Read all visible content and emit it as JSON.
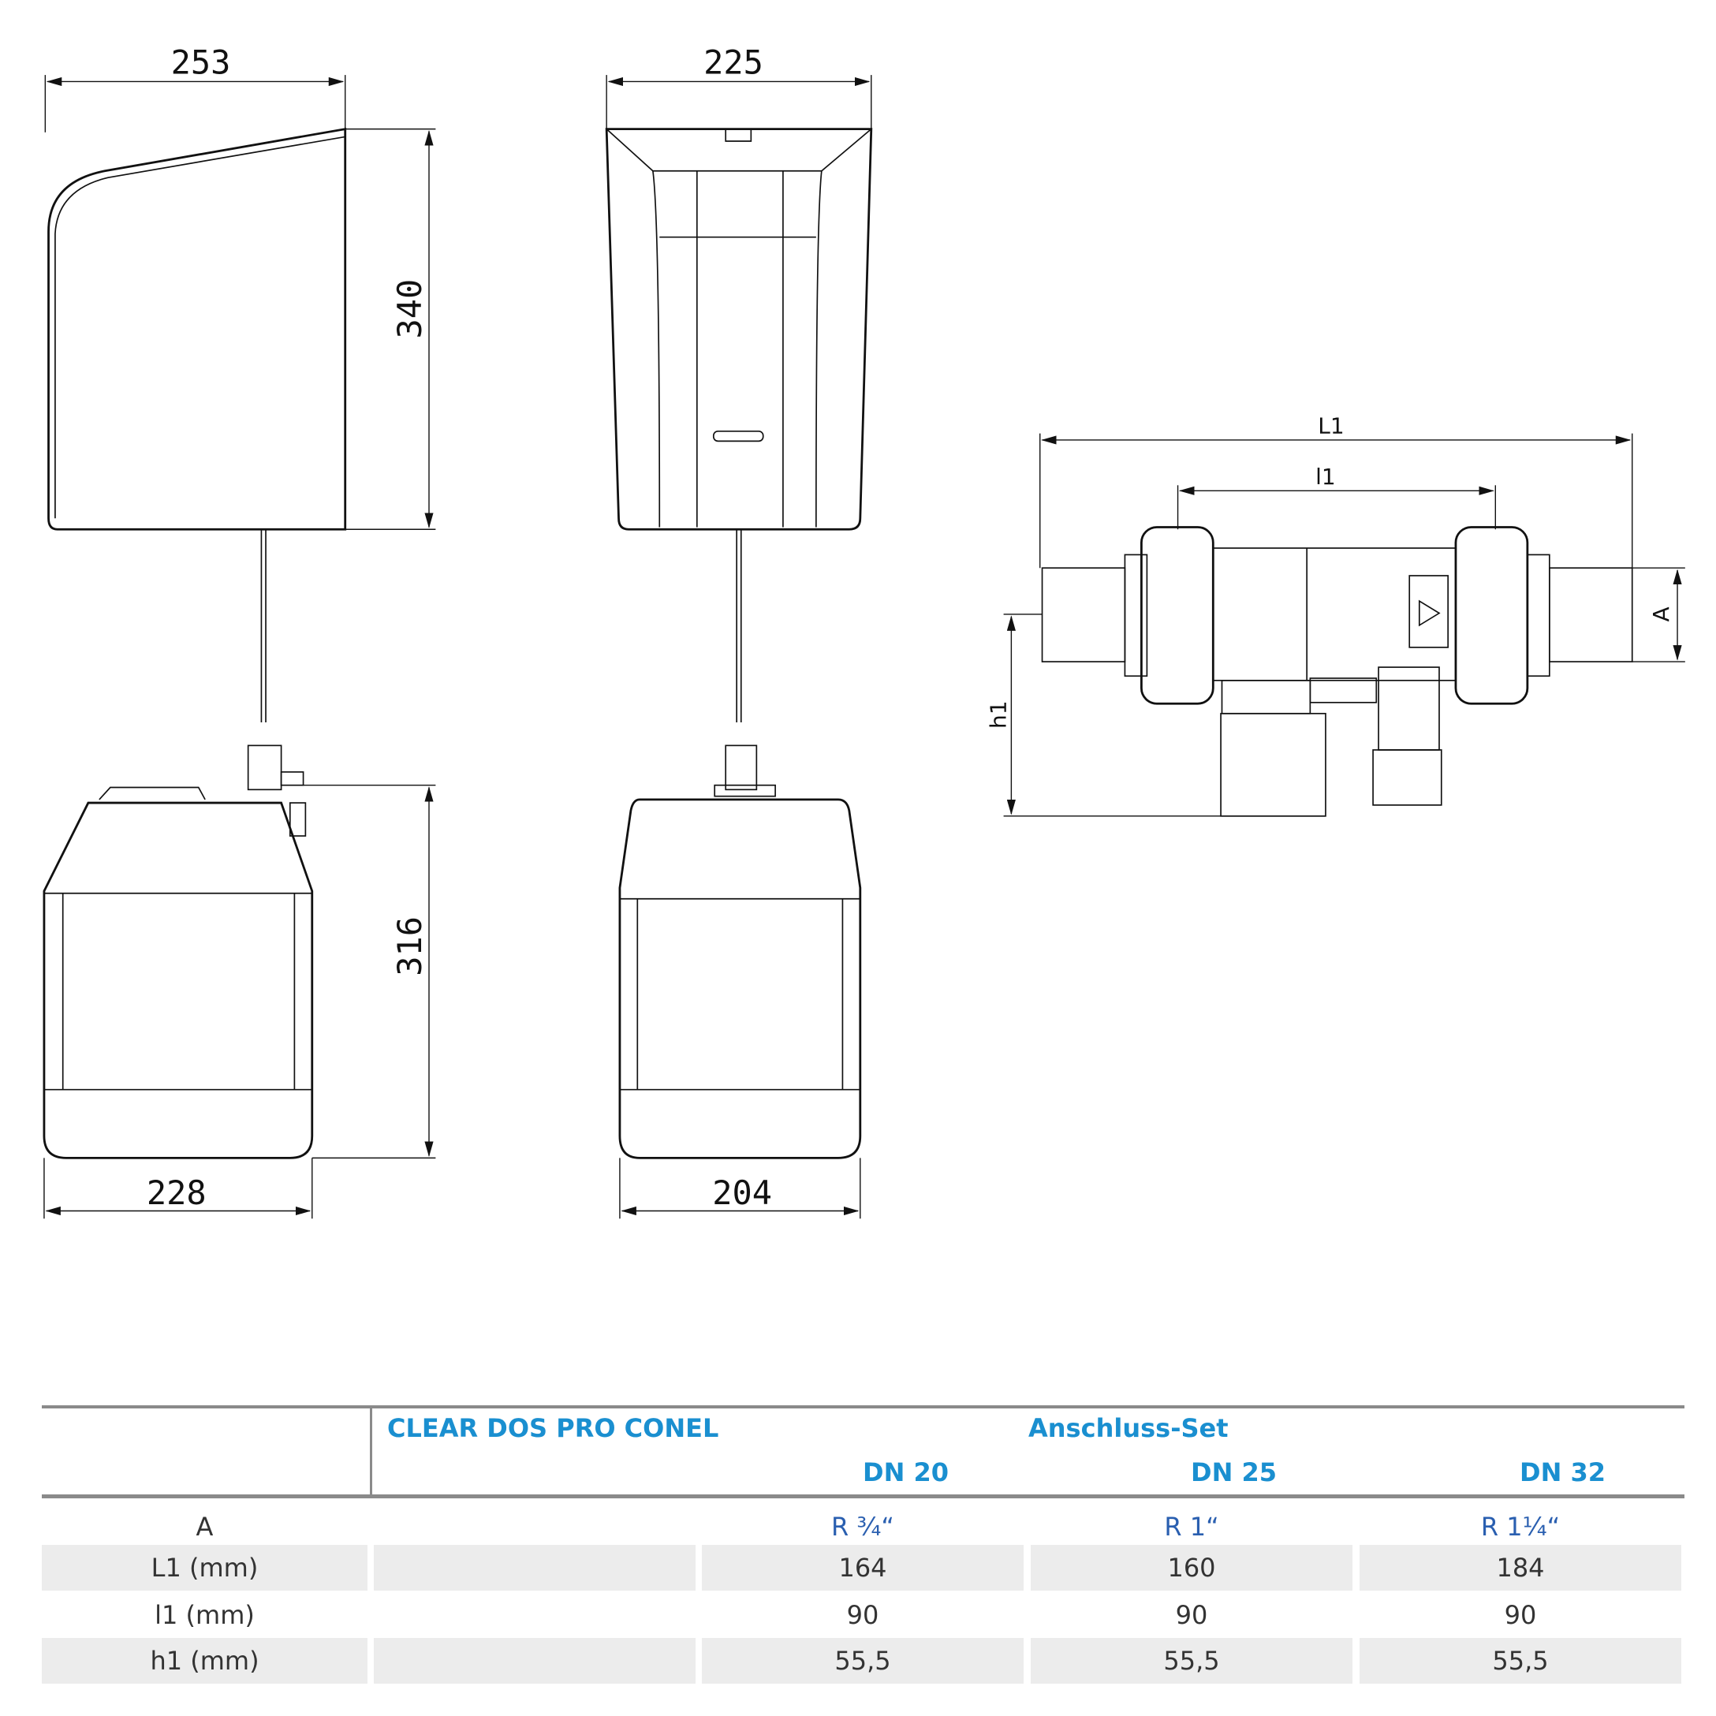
{
  "drawing": {
    "dims": {
      "side_width": "253",
      "front_width": "225",
      "housing_height": "340",
      "tank_height": "316",
      "tank_side_width": "228",
      "tank_front_width": "204",
      "L1": "L1",
      "l1": "l1",
      "A": "A",
      "h1": "h1"
    }
  },
  "table": {
    "product": "CLEAR DOS PRO CONEL",
    "group": "Anschluss-Set",
    "columns": [
      "DN 20",
      "DN 25",
      "DN 32"
    ],
    "rows": [
      {
        "label": "A",
        "values": [
          "R ¾“",
          "R 1“",
          "R 1¼“"
        ]
      },
      {
        "label": "L1 (mm)",
        "values": [
          "164",
          "160",
          "184"
        ]
      },
      {
        "label": "l1 (mm)",
        "values": [
          "90",
          "90",
          "90"
        ]
      },
      {
        "label": "h1 (mm)",
        "values": [
          "55,5",
          "55,5",
          "55,5"
        ]
      }
    ]
  }
}
